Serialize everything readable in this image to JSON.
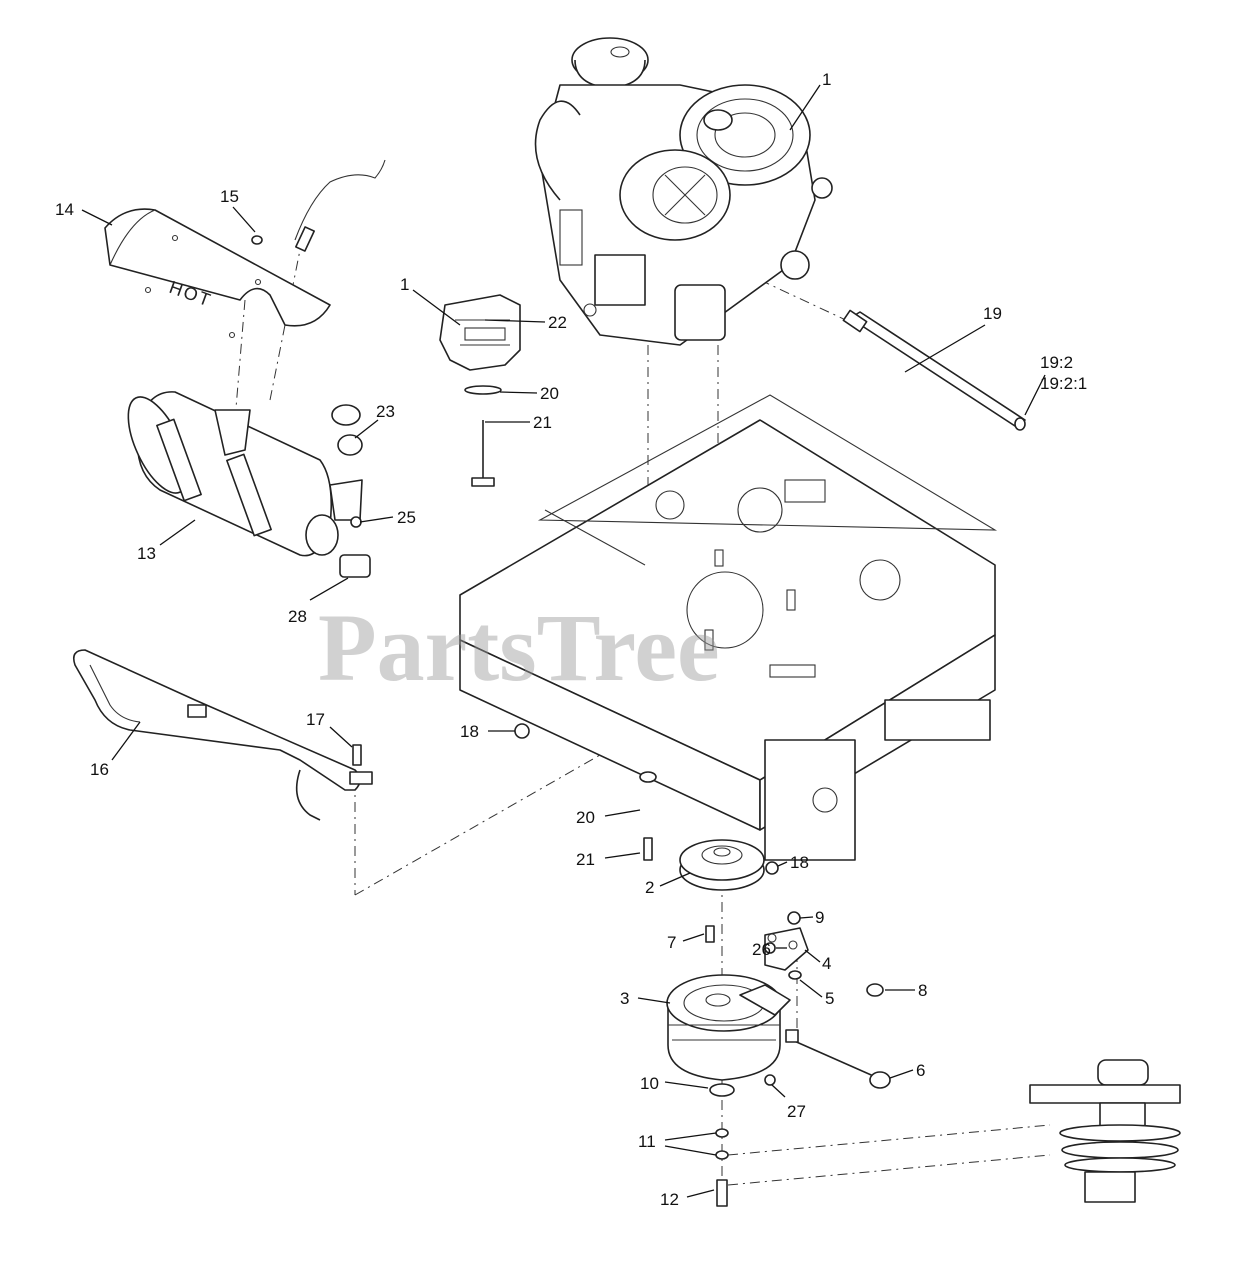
{
  "diagram": {
    "watermark": "PartsTree",
    "hot_label": "HOT",
    "callouts": [
      {
        "id": "c1a",
        "label": "1"
      },
      {
        "id": "c1b",
        "label": "1"
      },
      {
        "id": "c2",
        "label": "2"
      },
      {
        "id": "c3",
        "label": "3"
      },
      {
        "id": "c4",
        "label": "4"
      },
      {
        "id": "c5",
        "label": "5"
      },
      {
        "id": "c6",
        "label": "6"
      },
      {
        "id": "c7",
        "label": "7"
      },
      {
        "id": "c8",
        "label": "8"
      },
      {
        "id": "c9",
        "label": "9"
      },
      {
        "id": "c10",
        "label": "10"
      },
      {
        "id": "c11",
        "label": "11"
      },
      {
        "id": "c12",
        "label": "12"
      },
      {
        "id": "c13",
        "label": "13"
      },
      {
        "id": "c14",
        "label": "14"
      },
      {
        "id": "c15",
        "label": "15"
      },
      {
        "id": "c16",
        "label": "16"
      },
      {
        "id": "c17",
        "label": "17"
      },
      {
        "id": "c18a",
        "label": "18"
      },
      {
        "id": "c18b",
        "label": "18"
      },
      {
        "id": "c19",
        "label": "19"
      },
      {
        "id": "c19-2",
        "label": "19:2"
      },
      {
        "id": "c19-2-1",
        "label": "19:2:1"
      },
      {
        "id": "c20a",
        "label": "20"
      },
      {
        "id": "c20b",
        "label": "20"
      },
      {
        "id": "c21a",
        "label": "21"
      },
      {
        "id": "c21b",
        "label": "21"
      },
      {
        "id": "c22",
        "label": "22"
      },
      {
        "id": "c23",
        "label": "23"
      },
      {
        "id": "c25",
        "label": "25"
      },
      {
        "id": "c26",
        "label": "26"
      },
      {
        "id": "c27",
        "label": "27"
      },
      {
        "id": "c28",
        "label": "28"
      }
    ]
  }
}
